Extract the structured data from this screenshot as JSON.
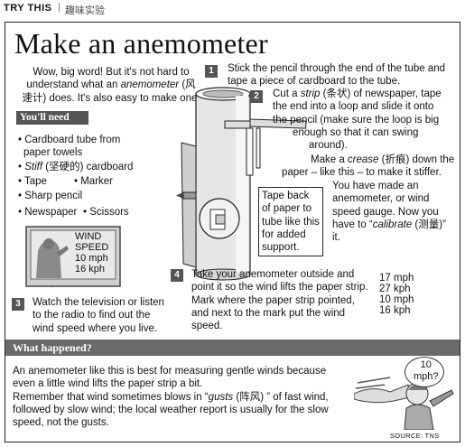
{
  "header": {
    "tag": "TRY THIS",
    "separator": "|",
    "tag_cn": "趣味实验"
  },
  "title": "Make an anemometer",
  "intro": {
    "line1": "Wow, big word! But it's not hard to",
    "line2_a": "understand what an ",
    "line2_em": "anemometer",
    "line2_b": " (风",
    "line3": "速计) does. It's also easy to make one!"
  },
  "you_need": {
    "heading": "You'll need",
    "items": [
      "• Cardboard tube from",
      "paper towels",
      "• ",
      "Stiff",
      " (坚硬的) cardboard",
      "• Tape",
      "• Marker",
      "• Sharp pencil",
      "• Newspaper",
      "• Scissors"
    ]
  },
  "tv_screen": {
    "lines": [
      "WIND",
      "SPEED",
      "10 mph",
      "16 kph"
    ]
  },
  "steps": [
    {
      "num": "1",
      "lines": [
        "Stick the pencil through the end of the tube and",
        "tape a piece of cardboard to the tube."
      ]
    },
    {
      "num": "2",
      "lines": [
        "Cut a ",
        "strip",
        " (条状) of newspaper, tape",
        "the end into a loop and slide it onto",
        "the pencil (make sure the loop is big",
        "enough so that it can swing",
        "around)."
      ]
    },
    {
      "num": "3",
      "lines": [
        "Watch the television or listen",
        "to the radio to find out the",
        "wind speed where you live."
      ]
    },
    {
      "num": "4",
      "lines": [
        "Take your anemometer outside and",
        "point it so the wind lifts the paper strip.",
        "Mark where the paper strip pointed,",
        "and next to the mark put the wind",
        "speed."
      ]
    }
  ],
  "crease": {
    "a": "Make a ",
    "em": "crease",
    "b": " (折痕) down the",
    "line2": "paper – like this – to make it stiffer."
  },
  "tape_note": {
    "lines": [
      "Tape back",
      "of paper to",
      "tube like this",
      "for added",
      "support."
    ]
  },
  "gauge_note": {
    "lines": [
      "You have made an",
      "anemometer, or wind",
      "speed gauge. Now you",
      "have to “",
      "calibrate",
      " (测量)”",
      "it."
    ]
  },
  "speeds": [
    "17 mph",
    "27 kph",
    "10 mph",
    "16 kph"
  ],
  "what_happened": {
    "heading": "What happened?",
    "lines": [
      "An anemometer like this is best for measuring gentle winds because",
      "even a little wind lifts the paper strip a bit.",
      "Remember that wind sometimes blows in “",
      "gusts",
      " (阵风) ” of fast wind,",
      "followed by slow wind; the local weather report is usually for the slow",
      "speed, not the gusts."
    ]
  },
  "bubble": {
    "lines": [
      "10",
      "mph?"
    ]
  },
  "source": "SOURCE: TNS"
}
